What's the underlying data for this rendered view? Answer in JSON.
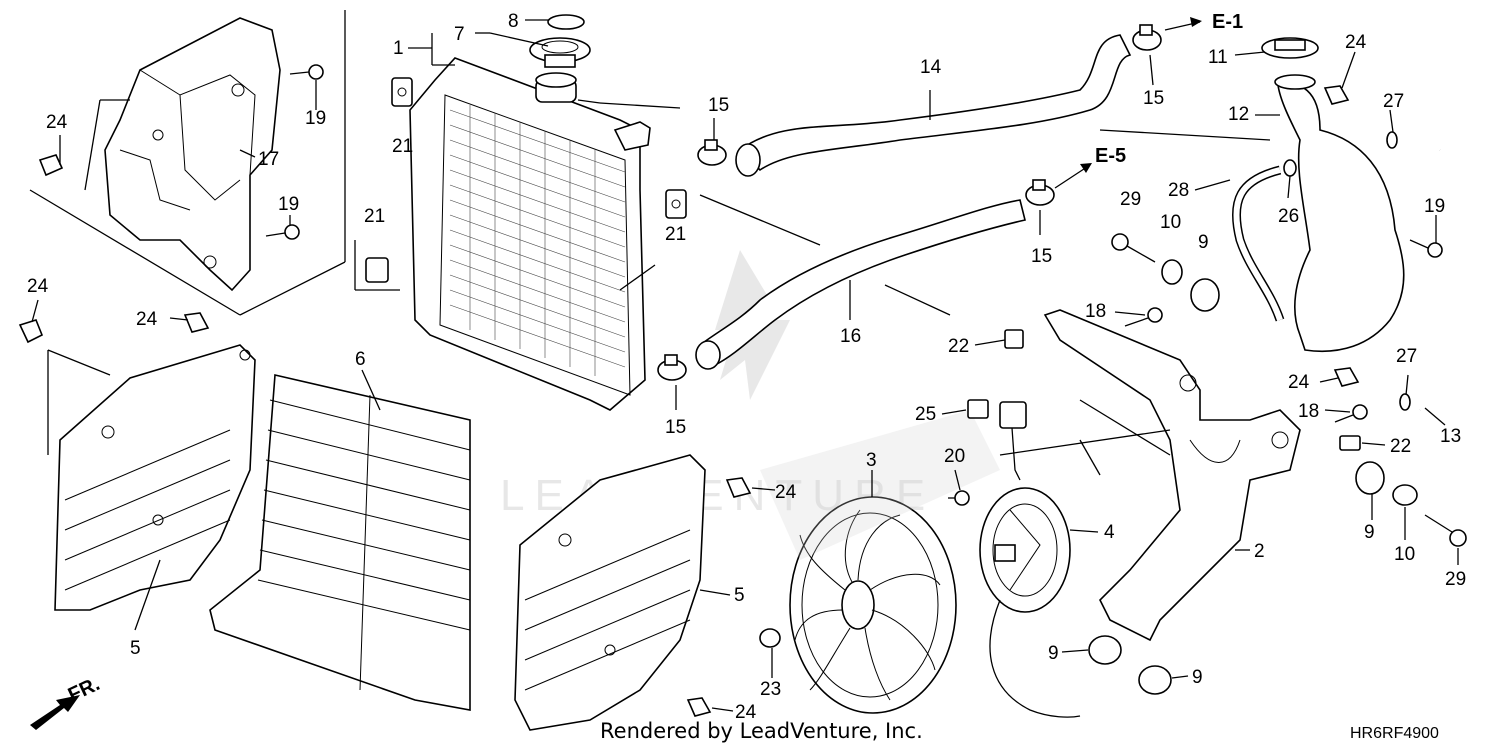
{
  "diagram": {
    "callouts": [
      {
        "id": "c1",
        "text": "1"
      },
      {
        "id": "c7",
        "text": "7"
      },
      {
        "id": "c8",
        "text": "8"
      },
      {
        "id": "c21a",
        "text": "21"
      },
      {
        "id": "c21b",
        "text": "21"
      },
      {
        "id": "c21c",
        "text": "21"
      },
      {
        "id": "c24a",
        "text": "24"
      },
      {
        "id": "c19a",
        "text": "19"
      },
      {
        "id": "c17",
        "text": "17"
      },
      {
        "id": "c19b",
        "text": "19"
      },
      {
        "id": "c24b",
        "text": "24"
      },
      {
        "id": "c24c",
        "text": "24"
      },
      {
        "id": "c6",
        "text": "6"
      },
      {
        "id": "c5a",
        "text": "5"
      },
      {
        "id": "c15a",
        "text": "15"
      },
      {
        "id": "c15b",
        "text": "15"
      },
      {
        "id": "c15c",
        "text": "15"
      },
      {
        "id": "c15d",
        "text": "15"
      },
      {
        "id": "c14",
        "text": "14"
      },
      {
        "id": "c16",
        "text": "16"
      },
      {
        "id": "c22a",
        "text": "22"
      },
      {
        "id": "c11",
        "text": "11"
      },
      {
        "id": "c24d",
        "text": "24"
      },
      {
        "id": "c12",
        "text": "12"
      },
      {
        "id": "c27a",
        "text": "27"
      },
      {
        "id": "c28",
        "text": "28"
      },
      {
        "id": "c26",
        "text": "26"
      },
      {
        "id": "c29a",
        "text": "29"
      },
      {
        "id": "c10a",
        "text": "10"
      },
      {
        "id": "c9a",
        "text": "9"
      },
      {
        "id": "c19c",
        "text": "19"
      },
      {
        "id": "c18a",
        "text": "18"
      },
      {
        "id": "c24e",
        "text": "24"
      },
      {
        "id": "c27b",
        "text": "27"
      },
      {
        "id": "c18b",
        "text": "18"
      },
      {
        "id": "c22b",
        "text": "22"
      },
      {
        "id": "c13",
        "text": "13"
      },
      {
        "id": "c25",
        "text": "25"
      },
      {
        "id": "c20",
        "text": "20"
      },
      {
        "id": "c3",
        "text": "3"
      },
      {
        "id": "c4",
        "text": "4"
      },
      {
        "id": "c2",
        "text": "2"
      },
      {
        "id": "c9b",
        "text": "9"
      },
      {
        "id": "c10b",
        "text": "10"
      },
      {
        "id": "c29b",
        "text": "29"
      },
      {
        "id": "c9c",
        "text": "9"
      },
      {
        "id": "c9d",
        "text": "9"
      },
      {
        "id": "c23",
        "text": "23"
      },
      {
        "id": "c24f",
        "text": "24"
      },
      {
        "id": "c24g",
        "text": "24"
      },
      {
        "id": "c5b",
        "text": "5"
      }
    ],
    "references": {
      "e1": "E-1",
      "e5": "E-5"
    },
    "front_indicator": "FR.",
    "credit": "Rendered by LeadVenture, Inc.",
    "diagram_code": "HR6RF4900"
  }
}
